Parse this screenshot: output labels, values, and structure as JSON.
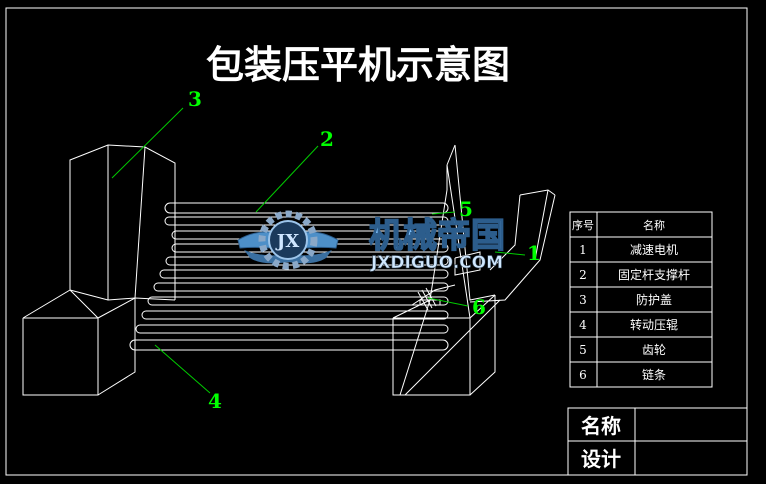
{
  "title": "包装压平机示意图",
  "callouts": [
    {
      "id": "3",
      "label": "3"
    },
    {
      "id": "2",
      "label": "2"
    },
    {
      "id": "5",
      "label": "5"
    },
    {
      "id": "1",
      "label": "1"
    },
    {
      "id": "6",
      "label": "6"
    },
    {
      "id": "4",
      "label": "4"
    }
  ],
  "parts_table": {
    "headers": [
      "序号",
      "名称"
    ],
    "rows": [
      [
        "1",
        "减速电机"
      ],
      [
        "2",
        "固定杆支撑杆"
      ],
      [
        "3",
        "防护盖"
      ],
      [
        "4",
        "转动压辊"
      ],
      [
        "5",
        "齿轮"
      ],
      [
        "6",
        "链条"
      ]
    ]
  },
  "title_block": {
    "name_label": "名称",
    "design_label": "设计"
  },
  "watermark": {
    "logo_text": "JX",
    "cn": "机械帝国",
    "en": "JXDIGUO.COM"
  },
  "colors": {
    "background": "#000000",
    "lines": "#ffffff",
    "callout": "#00ff00",
    "leader": "#00cc00",
    "watermark": "#7fc3ff"
  }
}
